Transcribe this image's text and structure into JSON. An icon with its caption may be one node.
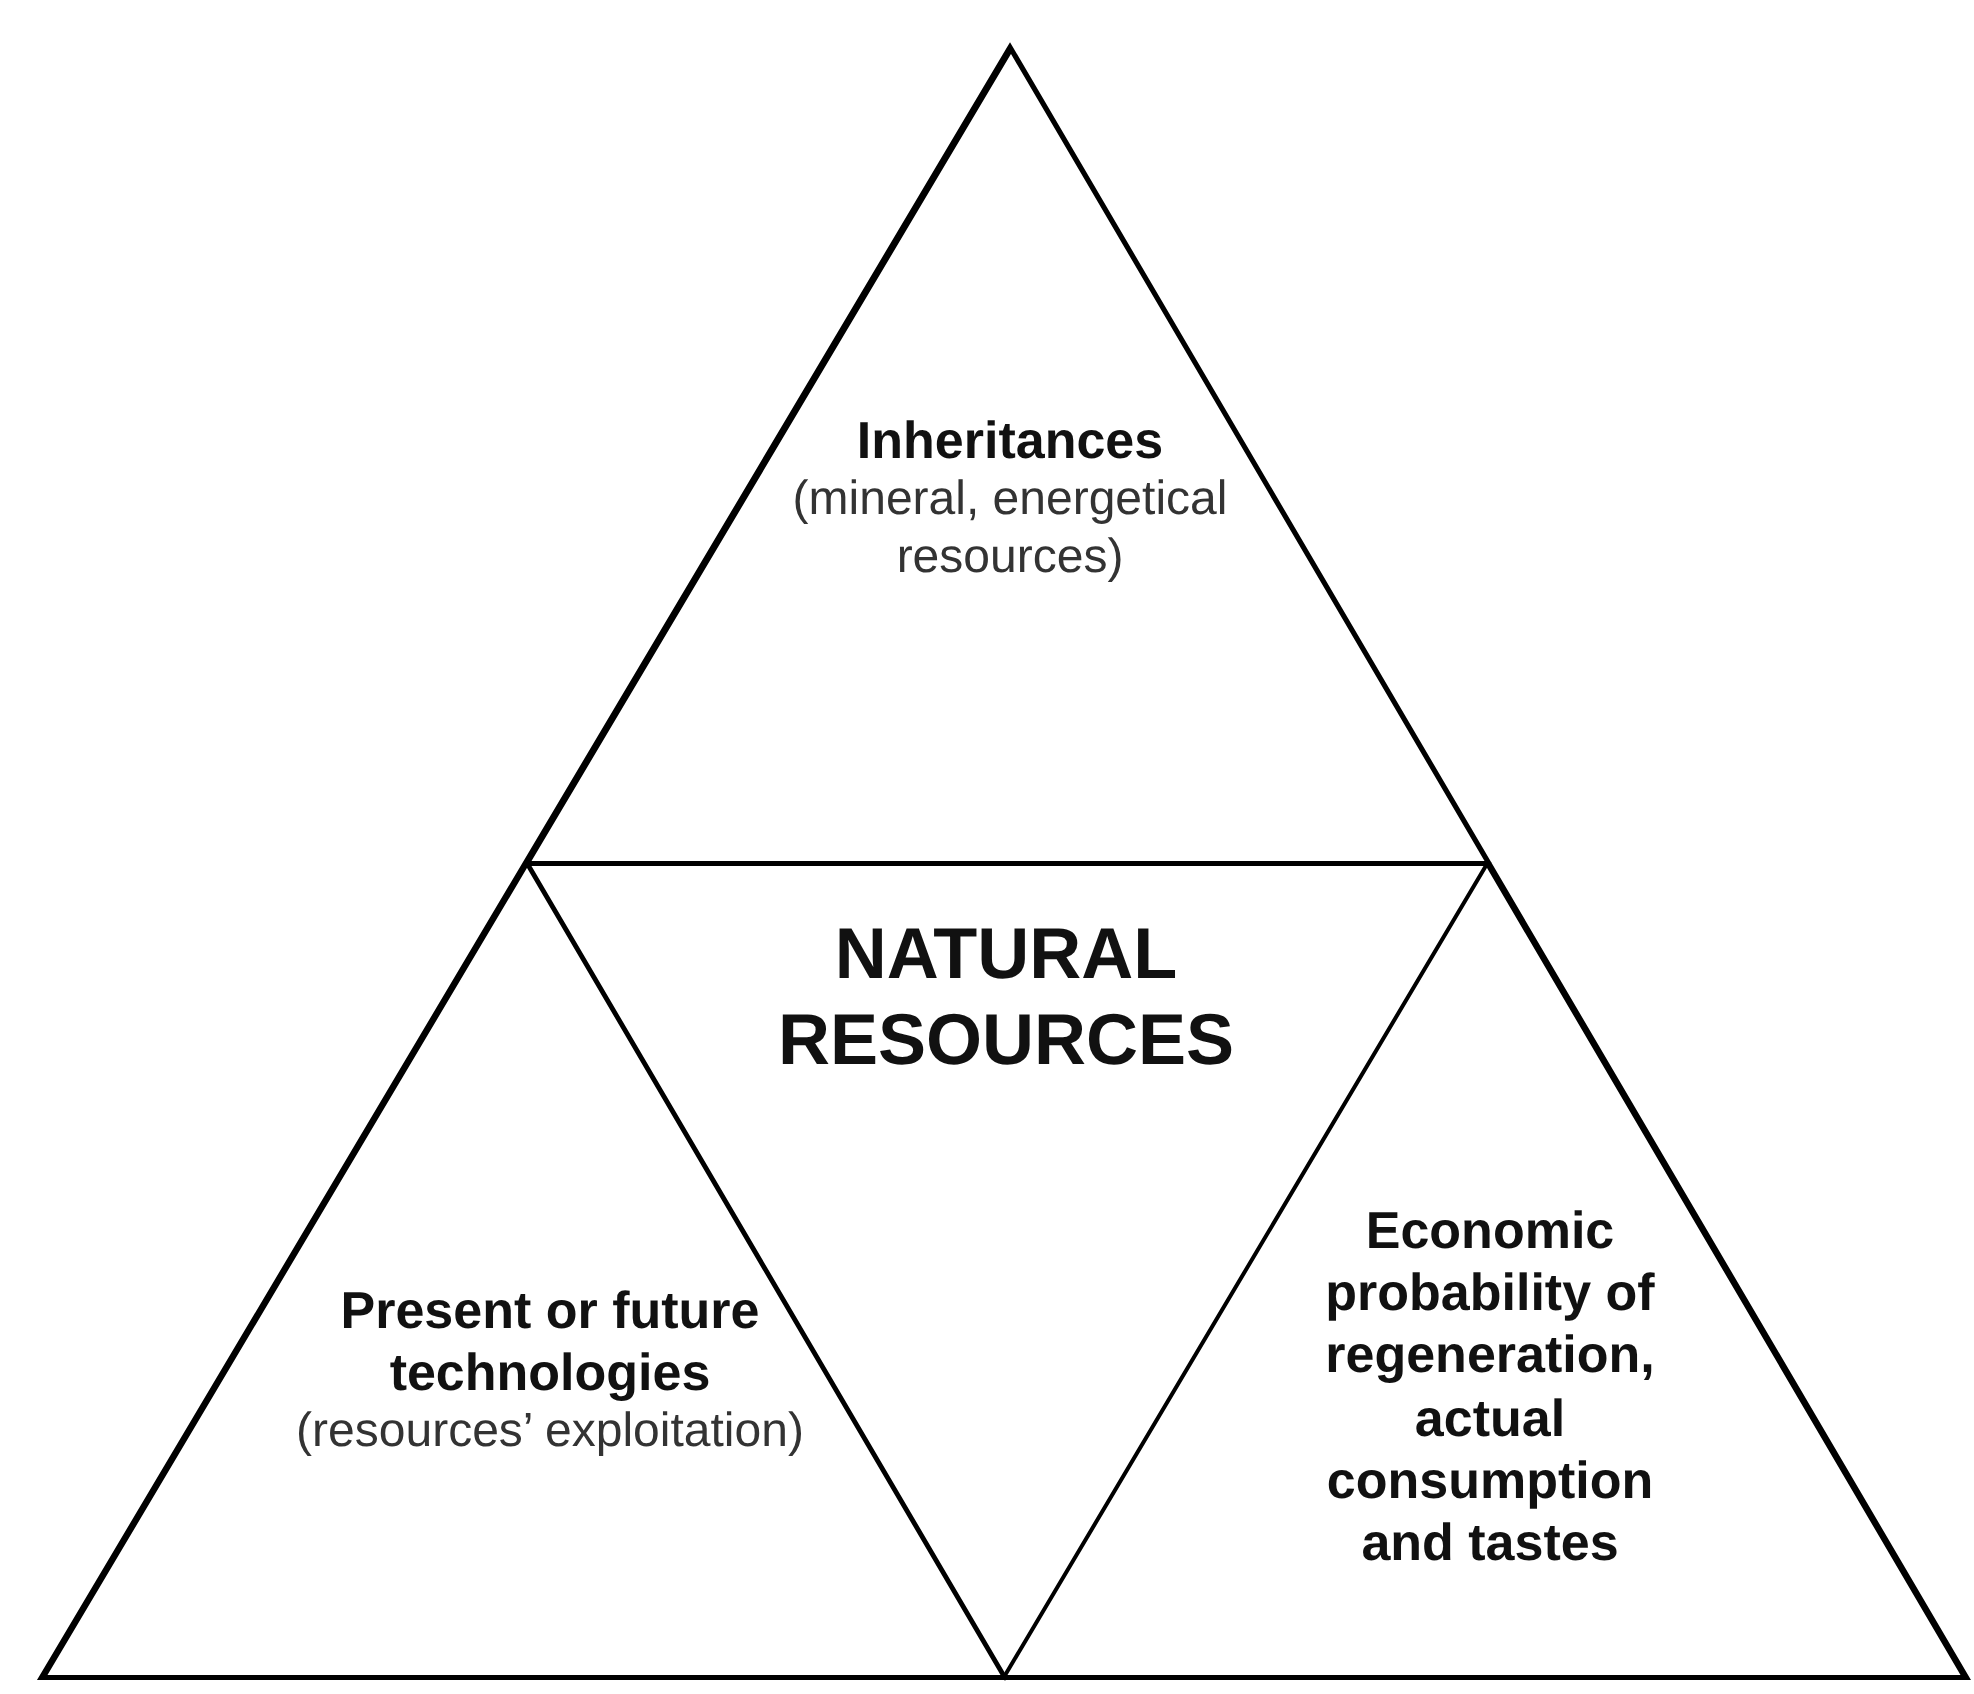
{
  "diagram": {
    "nodes": [
      {
        "text": [
          "Inheritances",
          "(mineral, energetical resources)"
        ]
      },
      {
        "text": [
          "NATURAL RESOURCES"
        ]
      },
      {
        "text": [
          "Present or future technologies",
          "(resources’ exploitation)"
        ]
      },
      {
        "text": [
          "Economic probability of regeneration, actual consumption and tastes"
        ]
      }
    ]
  }
}
